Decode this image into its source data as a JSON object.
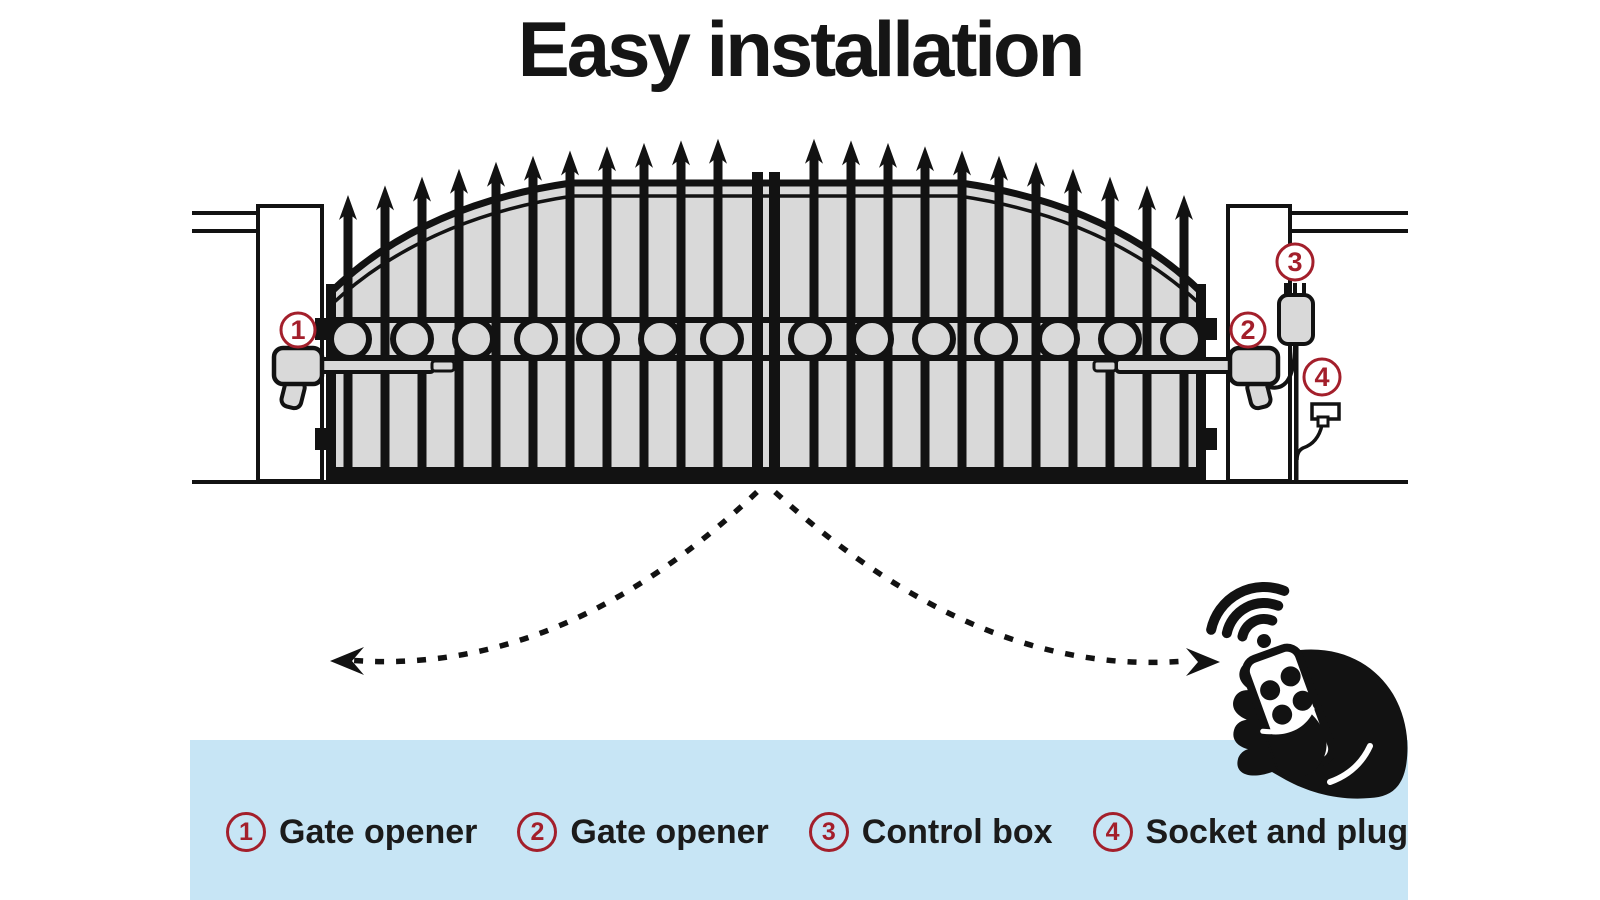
{
  "title": "Easy installation",
  "legend": {
    "items": [
      {
        "number": "1",
        "label": "Gate opener"
      },
      {
        "number": "2",
        "label": "Gate opener"
      },
      {
        "number": "3",
        "label": "Control box"
      },
      {
        "number": "4",
        "label": "Socket and plug"
      }
    ]
  },
  "colors": {
    "accent_red": "#a31f2b",
    "band_blue": "#c7e5f5",
    "gate_gray": "#d9d9d9",
    "line_black": "#121212",
    "background": "#ffffff"
  },
  "icons": {
    "signal": "wifi-waves-icon",
    "remote": "hand-holding-remote-icon",
    "spear_finial": "spear-arrow-icon",
    "swing_arrows": "dashed-swing-arrow-icon"
  }
}
